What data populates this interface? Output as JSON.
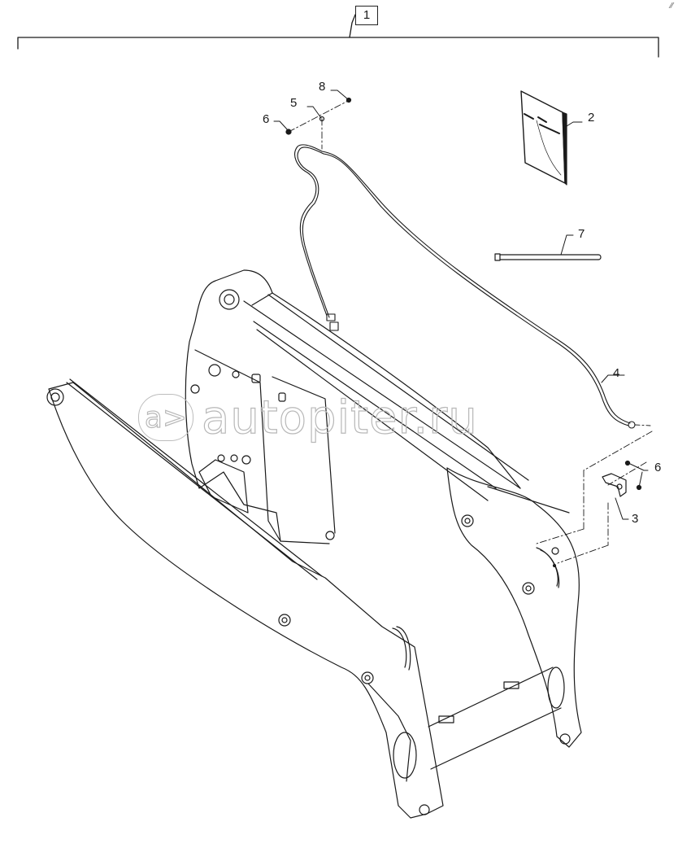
{
  "diagram": {
    "type": "exploded parts diagram",
    "subject": "loader lift arm assembly with hydraulic line, decal manual and fasteners",
    "assembly_callout": "1",
    "colors": {
      "line": "#1a1a1a",
      "background": "#ffffff",
      "watermark": "#b8b8b8"
    }
  },
  "callouts": [
    {
      "id": "c1",
      "label": "1",
      "part": "lift-arm-assembly"
    },
    {
      "id": "c2",
      "label": "2",
      "part": "manual-booklet"
    },
    {
      "id": "c3",
      "label": "3",
      "part": "bracket"
    },
    {
      "id": "c4",
      "label": "4",
      "part": "hydraulic-line"
    },
    {
      "id": "c5",
      "label": "5",
      "part": "clip"
    },
    {
      "id": "c6a",
      "label": "6",
      "part": "bolt-top"
    },
    {
      "id": "c6b",
      "label": "6",
      "part": "bolts-bracket"
    },
    {
      "id": "c7",
      "label": "7",
      "part": "cable-tie"
    },
    {
      "id": "c8",
      "label": "8",
      "part": "nut"
    }
  ],
  "watermark": {
    "logo": "a>",
    "text": "autopiter.ru"
  },
  "corner_mark": "⁄⁄"
}
